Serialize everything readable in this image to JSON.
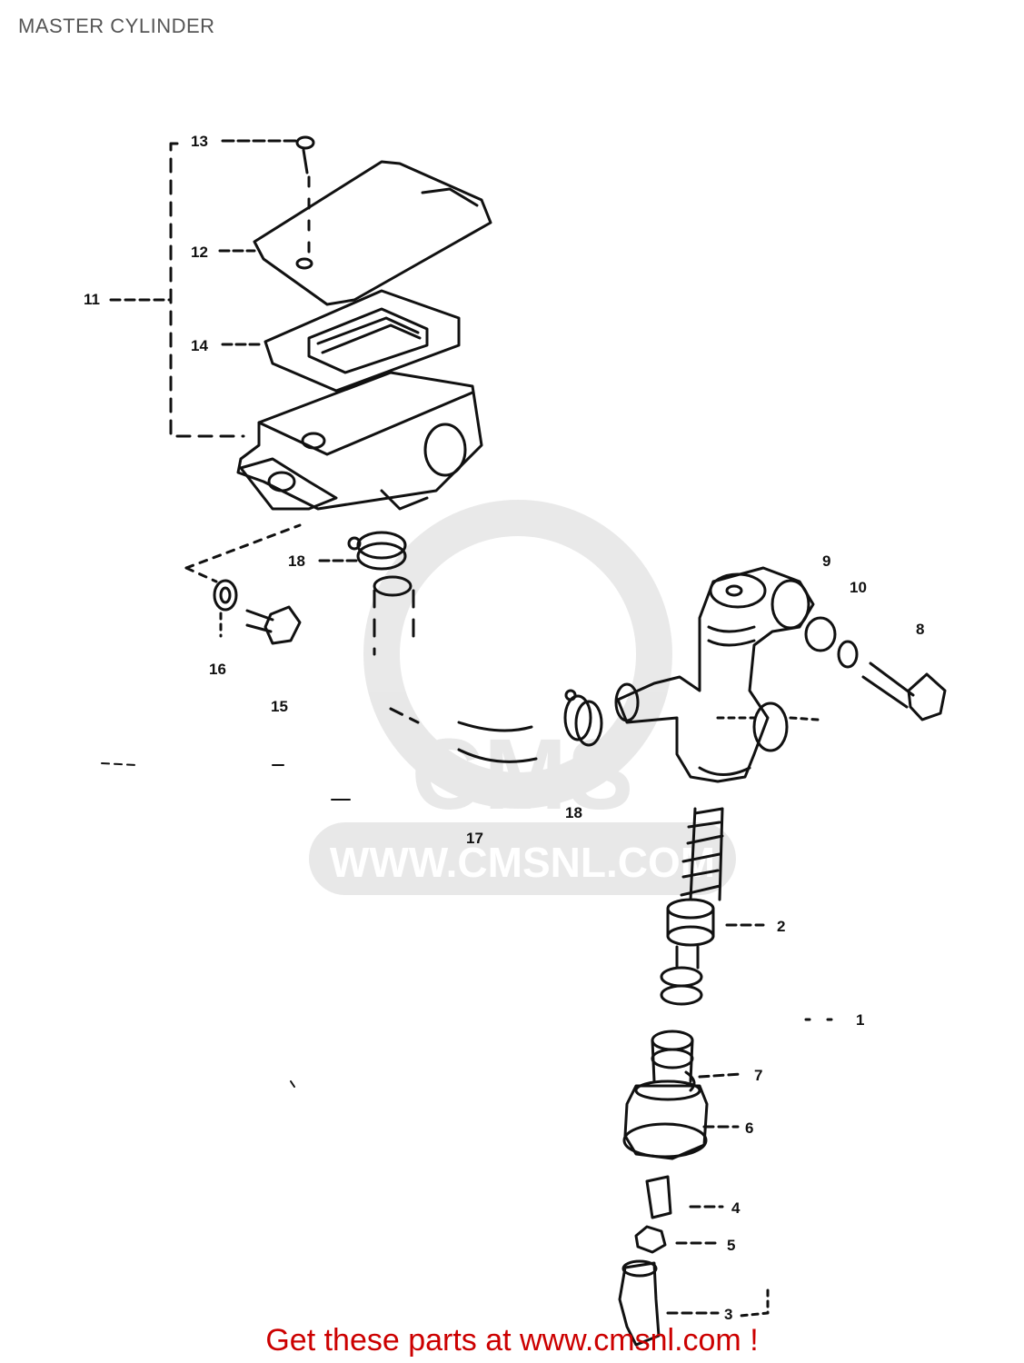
{
  "page": {
    "title": "MASTER CYLINDER",
    "footer_link": "Get these parts at www.cmsnl.com !",
    "accent_color": "#cc0000"
  },
  "watermark": {
    "brand": "CMS",
    "url": "WWW.CMSNL.COM"
  },
  "callouts": [
    {
      "id": "13",
      "label": "13"
    },
    {
      "id": "12",
      "label": "12"
    },
    {
      "id": "11",
      "label": "11"
    },
    {
      "id": "14",
      "label": "14"
    },
    {
      "id": "18a",
      "label": "18"
    },
    {
      "id": "16",
      "label": "16"
    },
    {
      "id": "15",
      "label": "15"
    },
    {
      "id": "9",
      "label": "9"
    },
    {
      "id": "10",
      "label": "10"
    },
    {
      "id": "8",
      "label": "8"
    },
    {
      "id": "18b",
      "label": "18"
    },
    {
      "id": "17",
      "label": "17"
    },
    {
      "id": "2",
      "label": "2"
    },
    {
      "id": "1",
      "label": "1"
    },
    {
      "id": "7",
      "label": "7"
    },
    {
      "id": "6",
      "label": "6"
    },
    {
      "id": "4",
      "label": "4"
    },
    {
      "id": "5",
      "label": "5"
    },
    {
      "id": "3",
      "label": "3"
    }
  ]
}
